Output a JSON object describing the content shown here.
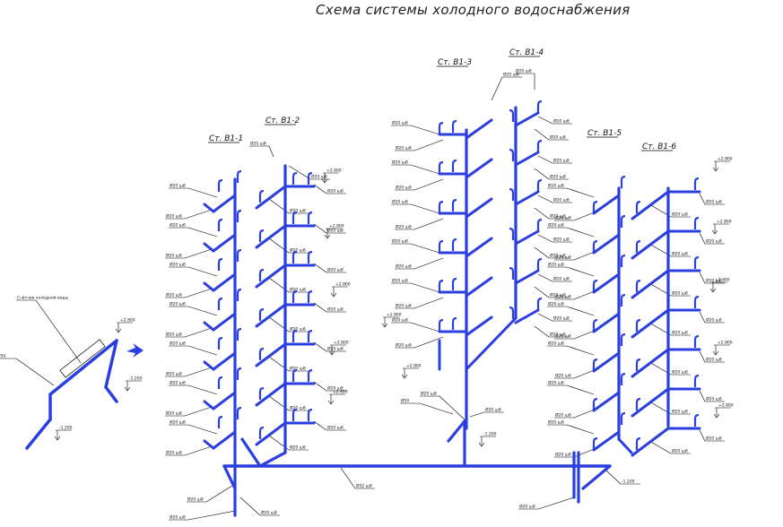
{
  "title": "Схема системы холодного водоснабжения",
  "risers": [
    {
      "id": "st1",
      "label": "Ст. В1-1"
    },
    {
      "id": "st2",
      "label": "Ст. В1-2"
    },
    {
      "id": "st3",
      "label": "Ст. В1-3"
    },
    {
      "id": "st4",
      "label": "Ст. В1-4"
    },
    {
      "id": "st5",
      "label": "Ст. В1-5"
    },
    {
      "id": "st6",
      "label": "Ст. В1-6"
    }
  ],
  "callout_text": "Ø20 ш8",
  "main_pipe_label": "Ø32 ш8",
  "inlet_label": "Ø50",
  "elevation_label": "+2.800",
  "basement_elevation": "-1.200",
  "inlet_note": "Счётчик холодной воды",
  "colors": {
    "pipe": "#2b3fe0",
    "line": "#000000",
    "text": "#111111"
  }
}
